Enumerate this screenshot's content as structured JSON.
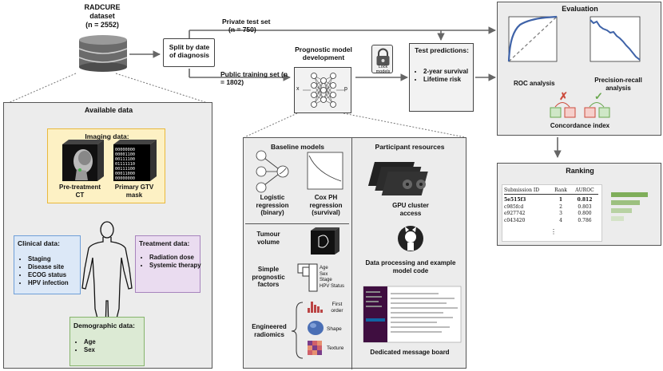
{
  "dataset": {
    "title": "RADCURE",
    "subtitle": "dataset",
    "count": "(n = 2552)"
  },
  "split": {
    "label": "Split by date of diagnosis"
  },
  "private_set": {
    "label": "Private test set",
    "count": "(n = 750)"
  },
  "public_set": {
    "label": "Public training set (n = 1802)"
  },
  "model_dev": {
    "title": "Prognostic model development",
    "x_label": "x",
    "p_label": "p"
  },
  "lock": {
    "label": "Lock models"
  },
  "test_predictions": {
    "title": "Test predictions:",
    "items": [
      "2-year survival",
      "Lifetime risk"
    ]
  },
  "evaluation": {
    "title": "Evaluation",
    "roc_label": "ROC analysis",
    "pr_label": "Precision-recall analysis",
    "concordance_label": "Concordance index",
    "cross_mark": "✗",
    "check_mark": "✓"
  },
  "ranking": {
    "title": "Ranking",
    "headers": [
      "Submission ID",
      "Rank",
      "AUROC"
    ],
    "rows": [
      [
        "5e515f3",
        "1",
        "0.812"
      ],
      [
        "c985fcd",
        "2",
        "0.803"
      ],
      [
        "e927742",
        "3",
        "0.800"
      ],
      [
        "c043420",
        "4",
        "0.786"
      ]
    ],
    "ellipsis": "⋮",
    "accent": "#7fae5a"
  },
  "available_data": {
    "title": "Available data",
    "imaging": {
      "title": "Imaging data:",
      "ct_label": "Pre-treatment CT",
      "mask_label": "Primary GTV mask"
    },
    "clinical": {
      "title": "Clinical data:",
      "items": [
        "Staging",
        "Disease site",
        "ECOG status",
        "HPV infection"
      ]
    },
    "treatment": {
      "title": "Treatment data:",
      "items": [
        "Radiation dose",
        "Systemic therapy"
      ]
    },
    "demographic": {
      "title": "Demographic data:",
      "items": [
        "Age",
        "Sex"
      ]
    }
  },
  "baseline": {
    "title": "Baseline models",
    "logistic_label": "Logistic regression (binary)",
    "coxph_label": "Cox PH regression (survival)",
    "volume_label": "Tumour volume",
    "simple_label": "Simple prognostic factors",
    "simple_items": [
      "Age",
      "Sex",
      "Stage",
      "HPV Status"
    ],
    "radiomics_label": "Engineered radiomics",
    "radiomics_items": [
      "First order",
      "Shape",
      "Texture"
    ]
  },
  "resources": {
    "title": "Participant resources",
    "gpu_label": "GPU cluster access",
    "code_label": "Data processing and example model code",
    "board_label": "Dedicated message board"
  },
  "colors": {
    "imaging_bg": "#fdf1c4",
    "imaging_border": "#e9b93c",
    "clinical_bg": "#dce8f7",
    "clinical_border": "#6f9fd8",
    "treatment_bg": "#eadcf0",
    "treatment_border": "#a784bd",
    "demographic_bg": "#dcead4",
    "demographic_border": "#86b46c",
    "curve_blue": "#3f63a8",
    "red_cross": "#cc4b3c",
    "green_check": "#6aa84f"
  }
}
